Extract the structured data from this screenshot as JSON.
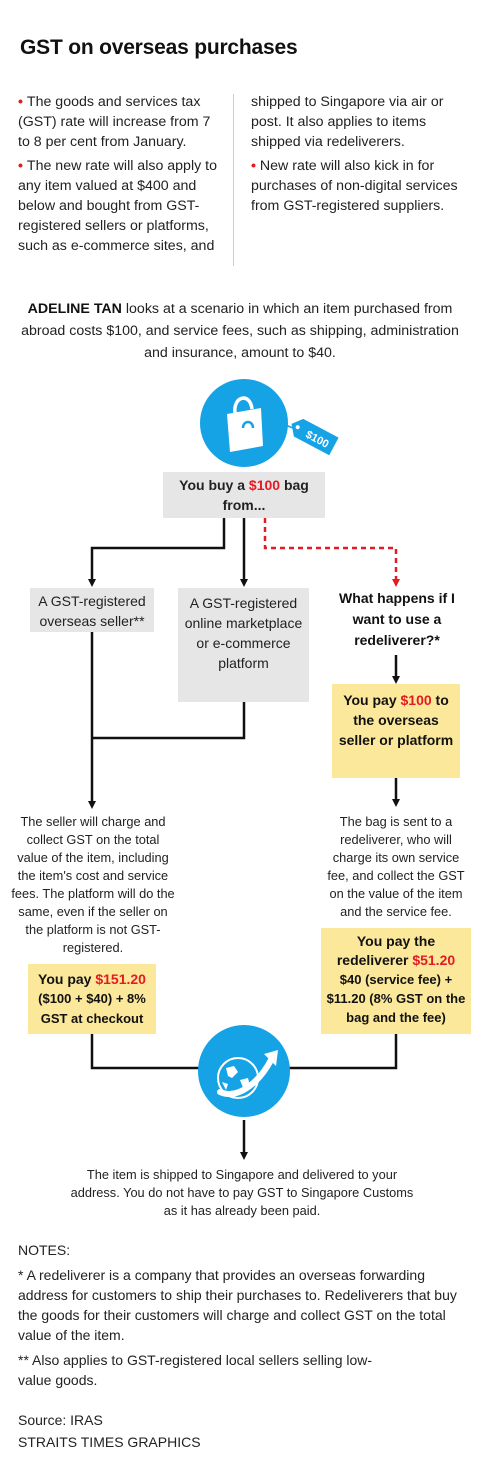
{
  "title": "GST on overseas purchases",
  "bullets_left": [
    "The goods and services tax (GST) rate will increase from 7 to 8 per cent from January.",
    "The new rate will also apply to any item valued at $400 and below and bought from GST-registered sellers or platforms, such as e-commerce sites, and"
  ],
  "bullets_right_continuation": "shipped to Singapore via air or post. It also applies to items shipped via redeliverers.",
  "bullets_right": [
    "New rate will also kick in for purchases of non-digital services from GST-registered suppliers."
  ],
  "intro": {
    "author": "ADELINE TAN",
    "text": "looks at a scenario in which an item purchased from abroad costs $100, and service fees, such as shipping, administration and insurance, amount to $40."
  },
  "price_tag": "$100",
  "start_box": {
    "before": "You buy a ",
    "highlight": "$100",
    "after": " bag from..."
  },
  "option_seller": "A GST-registered overseas seller**",
  "option_platform": "A GST-registered online marketplace or e-commerce platform",
  "question": "What happens if I want to use a redeliverer?*",
  "pay_overseas": {
    "before": "You pay ",
    "highlight": "$100",
    "after": " to the overseas seller or platform"
  },
  "seller_text": "The seller will charge and collect GST on the total value of the item, including the item's cost and service fees. The platform will do the same, even if the seller on the platform is not GST-registered.",
  "redeliverer_text": "The bag is sent to a redeliverer, who will charge its own service fee, and collect the GST on the value of the item and the service fee.",
  "pay_left": {
    "before": "You pay ",
    "highlight": "$151.20",
    "line2": "($100 + $40) + 8%",
    "line3": "GST at checkout"
  },
  "pay_right": {
    "line1": "You pay the",
    "before": "redeliverer ",
    "highlight": "$51.20",
    "line3": "$40 (service fee) +",
    "line4": "$11.20 (8% GST on the",
    "line5": "bag and the fee)"
  },
  "final_text": "The item is shipped to Singapore and delivered to your address. You do not have to pay GST to Singapore Customs as it has already been paid.",
  "notes": {
    "heading": "NOTES:",
    "note1": "* A redeliverer is a company that provides an overseas forwarding address for customers to ship their purchases to. Redeliverers that buy the goods for their customers will charge and collect GST on the total value of the item.",
    "note2": "** Also applies to GST-registered local sellers selling low-value goods."
  },
  "source": "Source: IRAS",
  "credit": "STRAITS TIMES GRAPHICS",
  "colors": {
    "accent_red": "#e31b23",
    "blue": "#16a3e6",
    "grey_box": "#e6e6e6",
    "yellow_box": "#fbe89a"
  },
  "icons": [
    "shopping-bag-icon",
    "price-tag-icon",
    "globe-icon",
    "arrow-icon"
  ]
}
